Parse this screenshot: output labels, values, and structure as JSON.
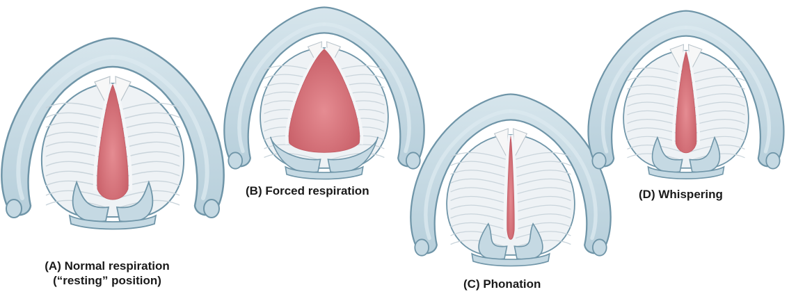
{
  "panels": [
    {
      "id": "a",
      "caption_line1": "(A) Normal respiration",
      "caption_line2": "(“resting” position)",
      "glottis": 0.35
    },
    {
      "id": "b",
      "caption": "(B) Forced respiration",
      "glottis": 1.0
    },
    {
      "id": "c",
      "caption": "(C) Phonation",
      "glottis": 0.04
    },
    {
      "id": "d",
      "caption": "(D) Whispering",
      "glottis": 0.25
    }
  ],
  "colors": {
    "cartilage_fill": "#c5d9e3",
    "cartilage_edge": "#6f95a8",
    "cartilage_light": "#dbe8ef",
    "folds_fill": "#eef2f5",
    "fold_lines": "#c9d4db",
    "glottis": "#d9737b",
    "glottis_dark": "#c45d66",
    "cords": "#f4f6f8"
  }
}
